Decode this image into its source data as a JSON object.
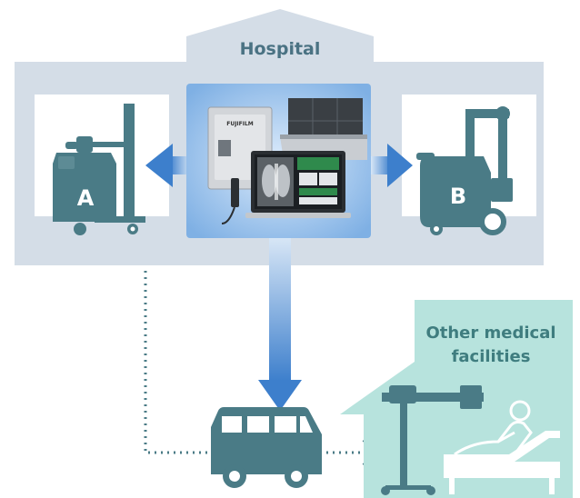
{
  "hospital": {
    "label": "Hospital"
  },
  "units": [
    {
      "letter": "A"
    },
    {
      "letter": "B"
    }
  ],
  "device": {
    "brand": "FUJIFILM"
  },
  "other_facilities": {
    "line1": "Other medical",
    "line2": "facilities"
  },
  "colors": {
    "hospital_bg": "#d4dde7",
    "unit_teal": "#4a7b86",
    "arrow_blue": "#3d7fcc",
    "facility_bg": "#b7e3dd",
    "facility_text": "#3f7d7f"
  },
  "icons": [
    "portable-xray-unit-icon",
    "mobile-xray-cart-icon",
    "van-icon",
    "patient-bed-icon",
    "dr-detector-system-image"
  ]
}
